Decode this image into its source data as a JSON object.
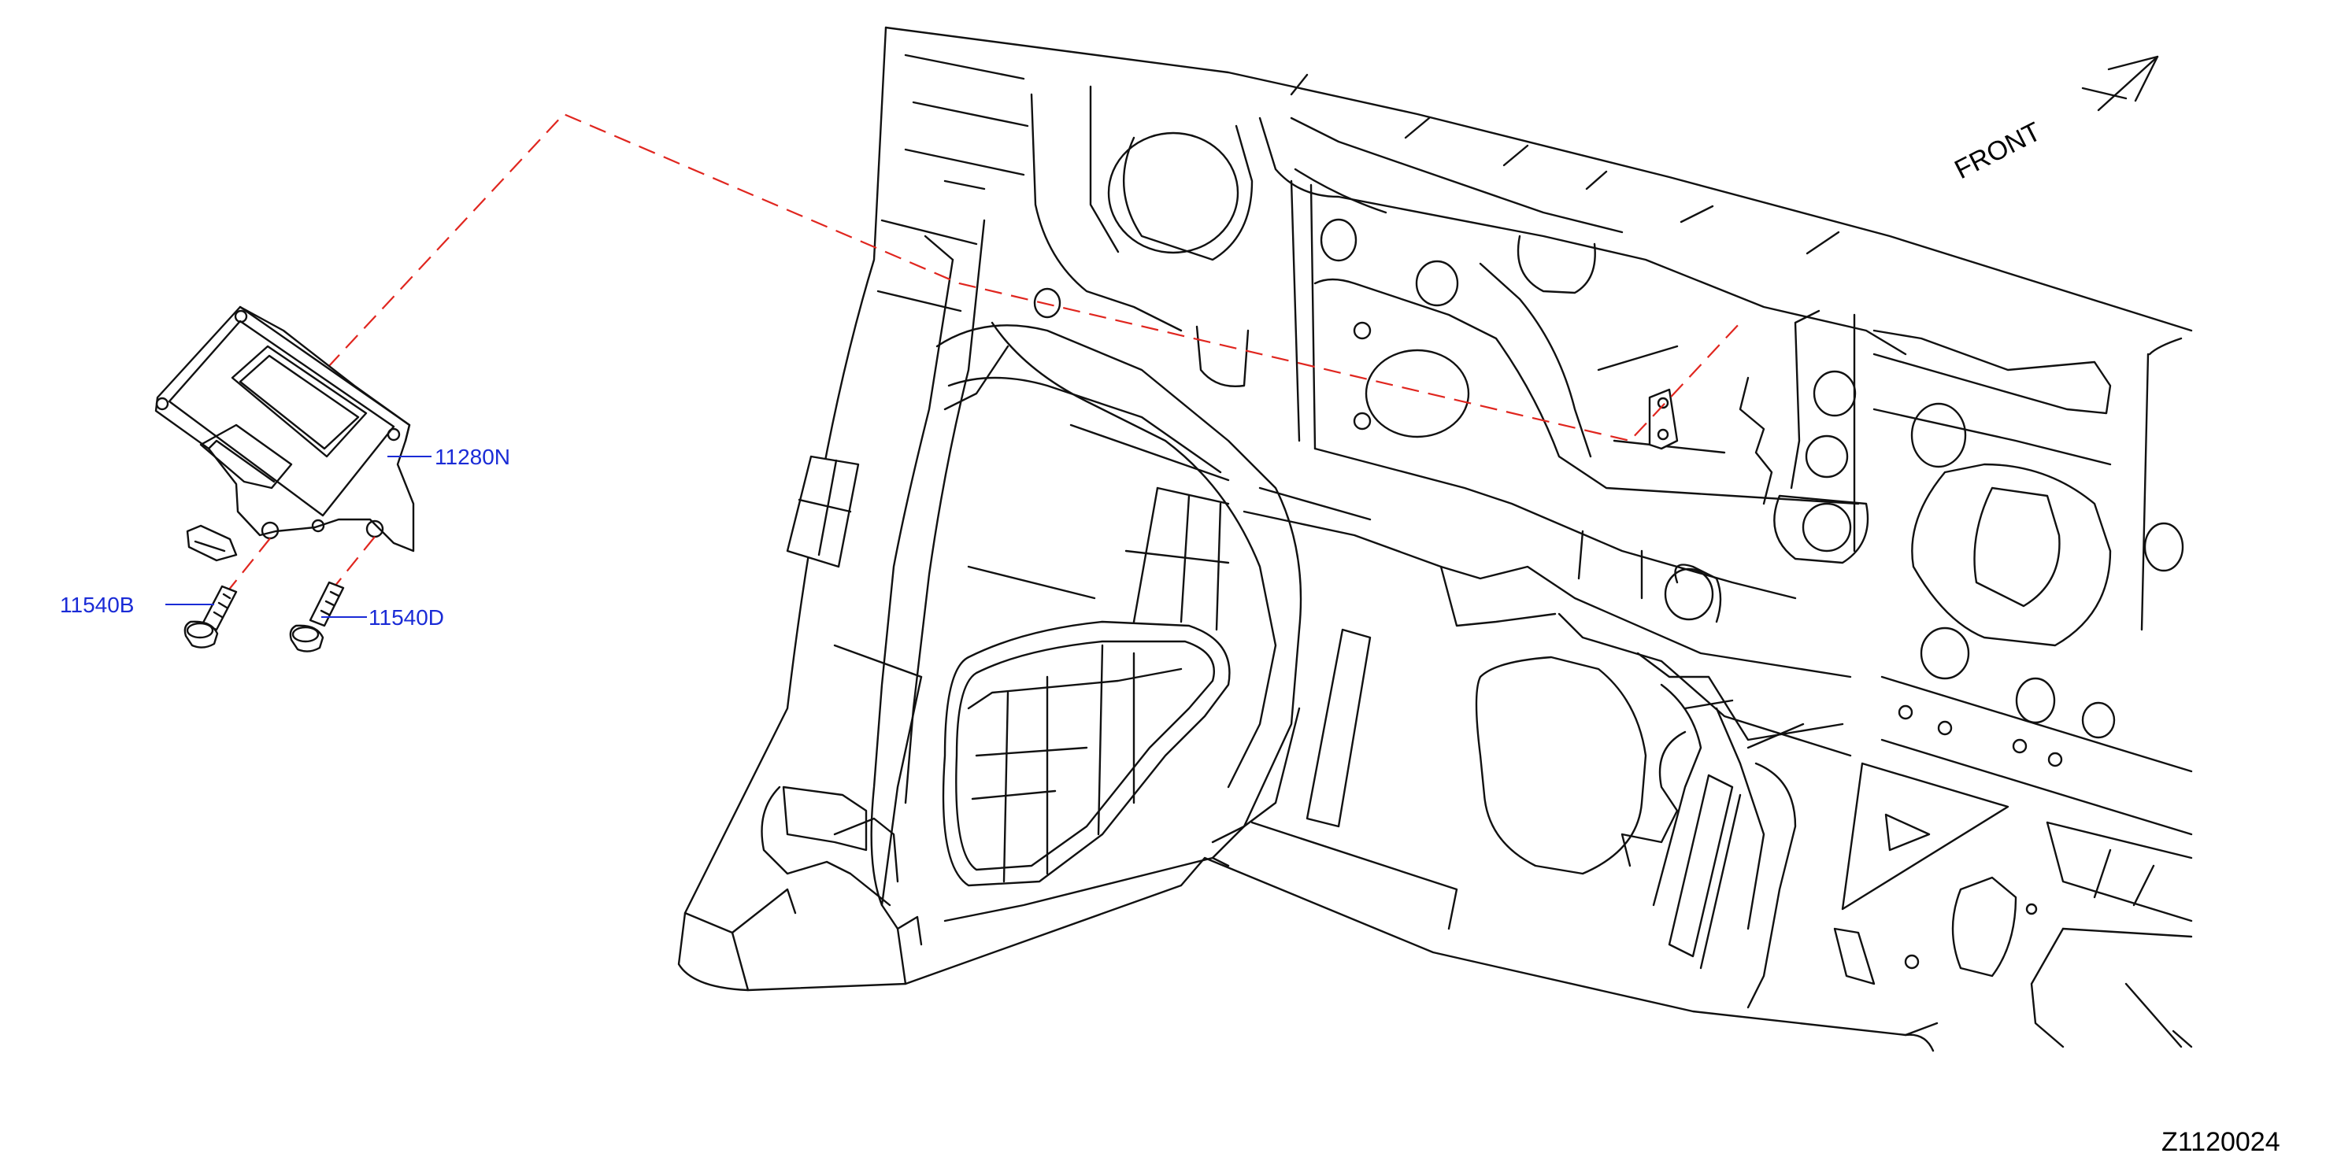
{
  "diagram": {
    "callouts": {
      "module": "11280N",
      "bolt_left": "11540B",
      "bolt_right": "11540D"
    },
    "direction_label": "FRONT",
    "direction_icon": "front-arrow-icon",
    "figure_id": "Z1120024",
    "colors": {
      "callout_text": "#1a2bd6",
      "dashed_guide": "#e0261f",
      "line_art": "#111111"
    }
  }
}
